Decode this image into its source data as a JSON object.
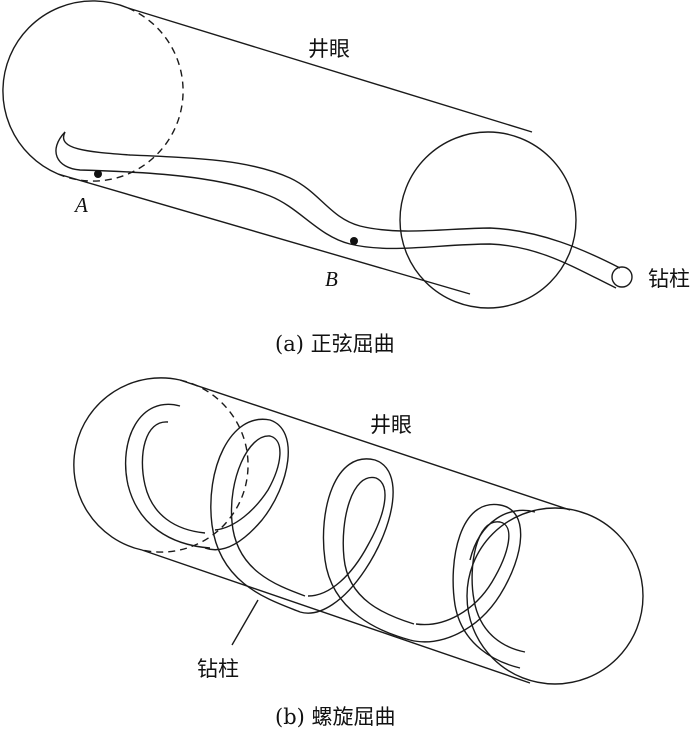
{
  "diagram_a": {
    "caption": "(a) 正弦屈曲",
    "wellbore_label": "井眼",
    "drillstring_label": "钻柱",
    "point_a_label": "A",
    "point_b_label": "B"
  },
  "diagram_b": {
    "caption": "(b) 螺旋屈曲",
    "wellbore_label": "井眼",
    "drillstring_label": "钻柱"
  }
}
